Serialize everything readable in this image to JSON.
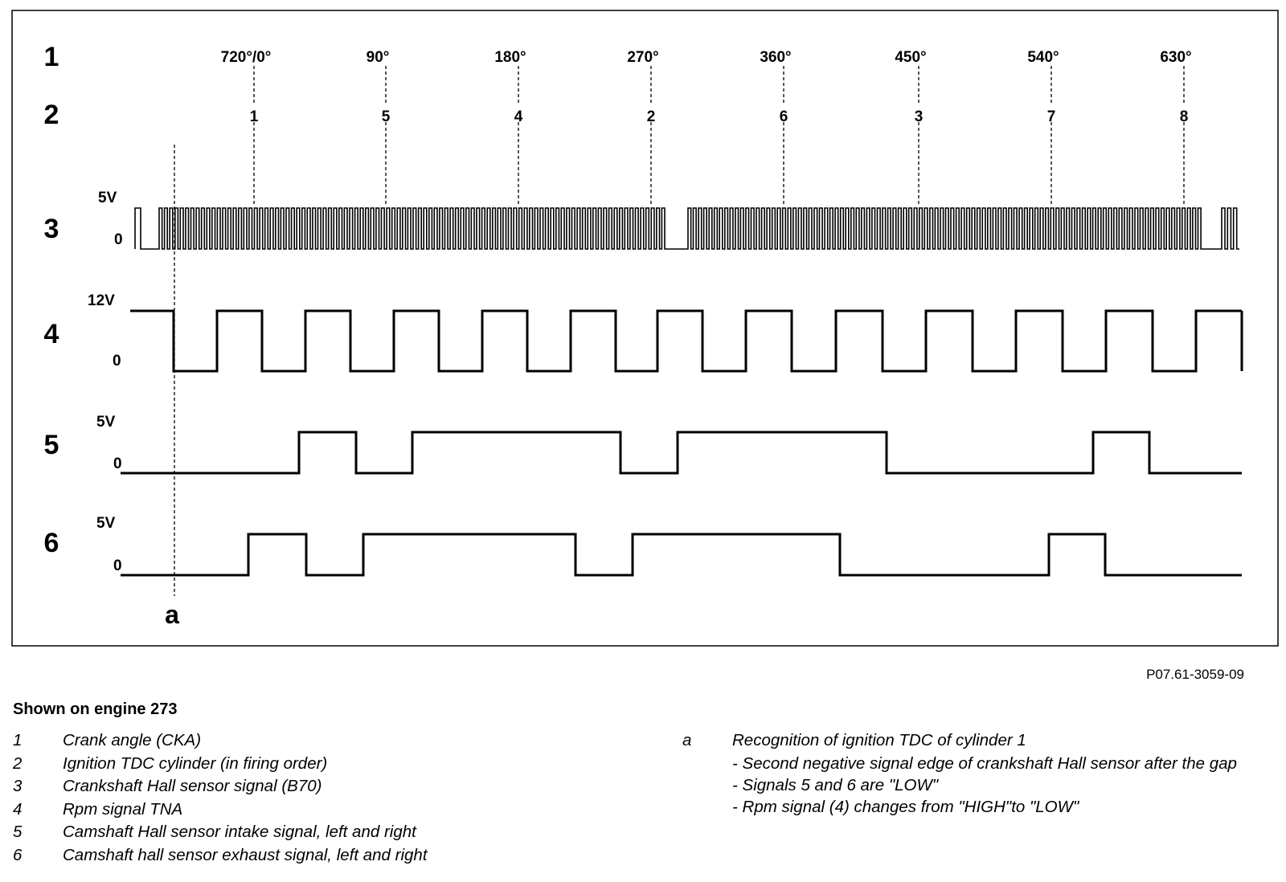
{
  "diagram": {
    "row_numbers": [
      "1",
      "2",
      "3",
      "4",
      "5",
      "6"
    ],
    "crank_angles": [
      "720°/0°",
      "90°",
      "180°",
      "270°",
      "360°",
      "450°",
      "540°",
      "630°"
    ],
    "firing_order": [
      "1",
      "5",
      "4",
      "2",
      "6",
      "3",
      "7",
      "8"
    ],
    "signal_levels": {
      "row3": {
        "high": "5V",
        "low": "0"
      },
      "row4": {
        "high": "12V",
        "low": "0"
      },
      "row5": {
        "high": "5V",
        "low": "0"
      },
      "row6": {
        "high": "5V",
        "low": "0"
      }
    },
    "marker": "a"
  },
  "reference_code": "P07.61-3059-09",
  "caption_title": "Shown on engine 273",
  "legend": [
    {
      "key": "1",
      "text": "Crank angle (CKA)"
    },
    {
      "key": "2",
      "text": "Ignition TDC cylinder (in firing order)"
    },
    {
      "key": "3",
      "text": "Crankshaft Hall sensor signal (B70)"
    },
    {
      "key": "4",
      "text": "Rpm signal TNA"
    },
    {
      "key": "5",
      "text": "Camshaft Hall sensor intake signal, left and right"
    },
    {
      "key": "6",
      "text": "Camshaft hall sensor exhaust signal, left and right"
    }
  ],
  "note": {
    "key": "a",
    "title": "Recognition of ignition TDC of cylinder 1",
    "lines": [
      "- Second negative signal edge of crankshaft Hall sensor after the gap",
      "- Signals 5 and 6 are \"LOW\"",
      "- Rpm signal (4) changes from \"HIGH\"to \"LOW\""
    ]
  },
  "colors": {
    "line": "#000000",
    "background": "#ffffff"
  }
}
